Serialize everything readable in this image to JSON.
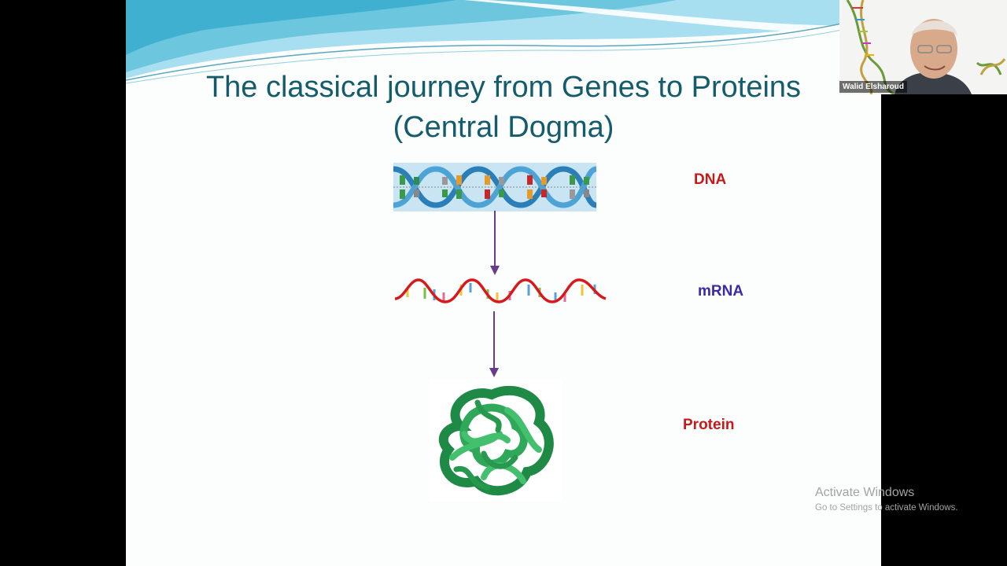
{
  "slide": {
    "title_line1": "The classical journey from Genes to Proteins",
    "title_line2": "(Central Dogma)",
    "labels": {
      "dna": "DNA",
      "mrna": "mRNA",
      "protein": "Protein"
    }
  },
  "video": {
    "participant_name": "Walid Elsharoud"
  },
  "watermark": {
    "title": "Activate Windows",
    "subtitle": "Go to Settings to activate Windows."
  },
  "colors": {
    "title": "#145c6c",
    "dna_label": "#c51a1a",
    "mrna_label": "#3a2aa6",
    "protein_label": "#c51a1a",
    "arrow": "#6a3a8c",
    "protein": "#2fa85a"
  },
  "icons": [
    "dna-helix-image",
    "mrna-strand-image",
    "protein-blob-image",
    "down-arrow-icon",
    "webcam-video"
  ]
}
